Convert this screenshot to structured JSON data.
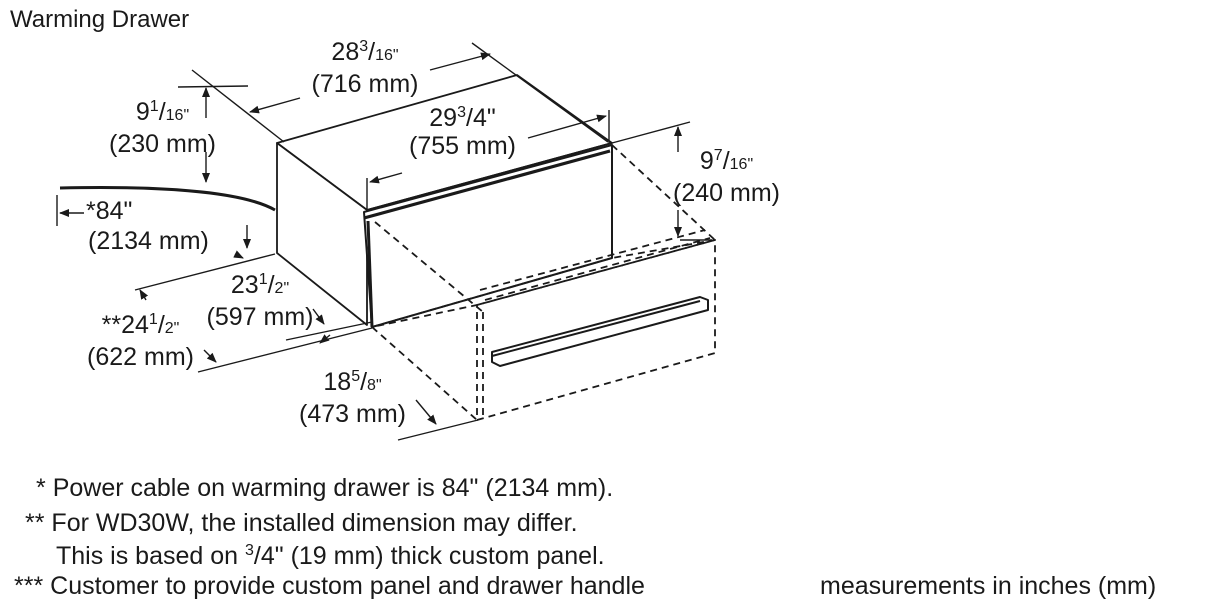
{
  "title": "Warming Drawer",
  "dimensions": {
    "top_depth": {
      "whole": "28",
      "num": "3",
      "den": "16\"",
      "metric": "(716 mm)"
    },
    "panel_width": {
      "whole": "29",
      "num": "3",
      "den": "4\"",
      "metric": "(755 mm)"
    },
    "unit_height": {
      "whole": "9",
      "num": "1",
      "den": "16\"",
      "metric": "(230 mm)"
    },
    "panel_height": {
      "whole": "9",
      "num": "7",
      "den": "16\"",
      "metric": "(240 mm)"
    },
    "cable": {
      "label": "*84\"",
      "metric": "(2134 mm)"
    },
    "body_depth": {
      "whole": "23",
      "num": "1",
      "den": "2\"",
      "metric": "(597 mm)"
    },
    "installed_depth": {
      "prefix": "**",
      "whole": "24",
      "num": "1",
      "den": "2\"",
      "metric": "(622 mm)"
    },
    "drawer_extension": {
      "whole": "18",
      "num": "5",
      "den": "8\"",
      "metric": "(473 mm)"
    }
  },
  "notes": {
    "n1_mark": "*",
    "n1_text": "Power cable on warming drawer is 84\" (2134 mm).",
    "n2_mark": "**",
    "n2_text": "For WD30W, the installed dimension may differ.",
    "n2b_pre": "This is based on ",
    "n2b_num": "3",
    "n2b_post": "/4\" (19 mm) thick custom panel.",
    "n3_mark": "***",
    "n3_text": "Customer to provide custom panel and drawer handle",
    "units": "measurements in inches (mm)"
  }
}
